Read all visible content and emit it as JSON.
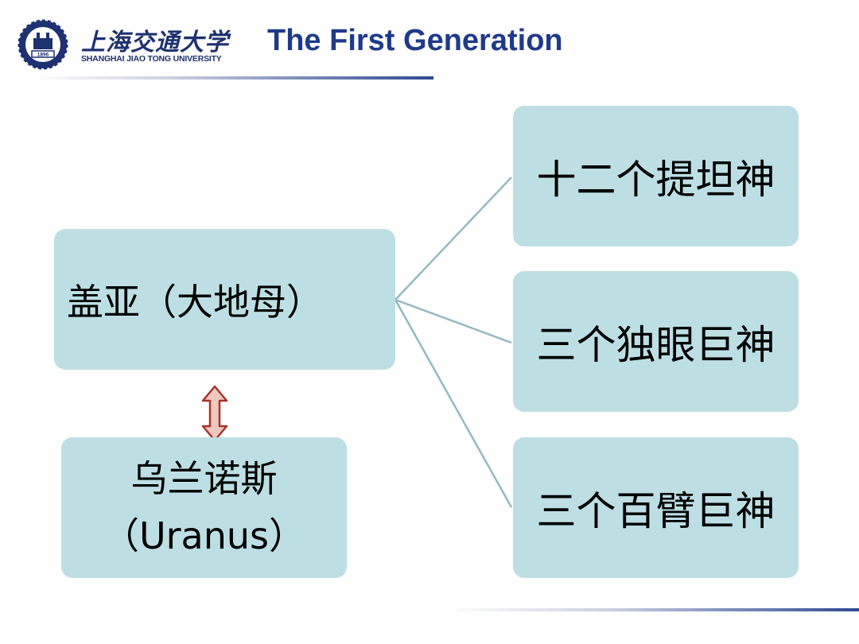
{
  "header": {
    "title": "The First Generation",
    "university_cn": "上海交通大学",
    "university_en": "SHANGHAI JIAO TONG UNIVERSITY",
    "logo_year": "1896"
  },
  "diagram": {
    "root": "盖亚（大地母）",
    "partner_line1": "乌兰诺斯",
    "partner_line2": "（Uranus）",
    "children": [
      "十二个提坦神",
      "三个独眼巨神",
      "三个百臂巨神"
    ]
  },
  "colors": {
    "node_fill": "#bddfe3",
    "title": "#1f3a8a",
    "connector": "#94b9c1",
    "arrow_outline": "#a8342a",
    "arrow_fill": "#f0c8c0"
  }
}
